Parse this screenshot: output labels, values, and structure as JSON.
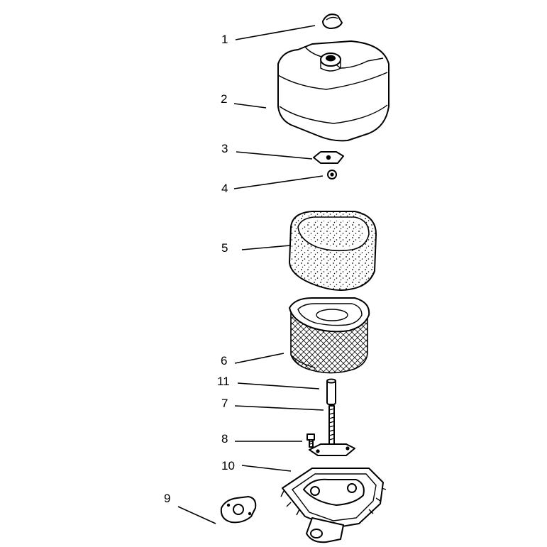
{
  "diagram": {
    "callouts": [
      {
        "id": "1",
        "label": "1"
      },
      {
        "id": "2",
        "label": "2"
      },
      {
        "id": "3",
        "label": "3"
      },
      {
        "id": "4",
        "label": "4"
      },
      {
        "id": "5",
        "label": "5"
      },
      {
        "id": "6",
        "label": "6"
      },
      {
        "id": "11",
        "label": "11"
      },
      {
        "id": "7",
        "label": "7"
      },
      {
        "id": "8",
        "label": "8"
      },
      {
        "id": "10",
        "label": "10"
      },
      {
        "id": "9",
        "label": "9"
      }
    ]
  }
}
